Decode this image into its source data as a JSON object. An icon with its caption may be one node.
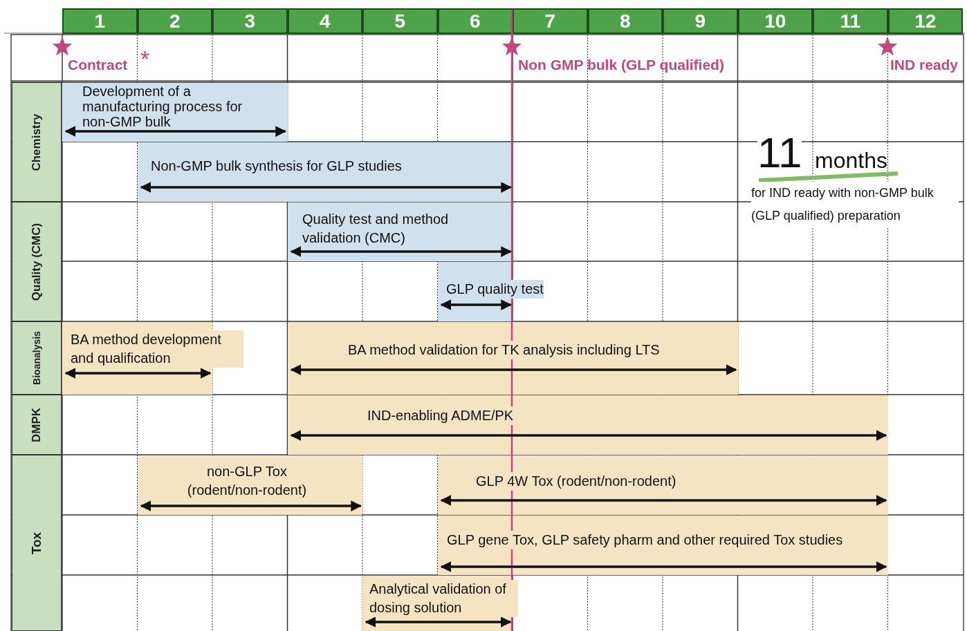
{
  "diagram": {
    "nodes": [
      {
        "text": [
          "1"
        ]
      },
      {
        "text": [
          "2"
        ]
      },
      {
        "text": [
          "3"
        ]
      },
      {
        "text": [
          "4"
        ]
      },
      {
        "text": [
          "5"
        ]
      },
      {
        "text": [
          "6"
        ]
      },
      {
        "text": [
          "7"
        ]
      },
      {
        "text": [
          "8"
        ]
      },
      {
        "text": [
          "9"
        ]
      },
      {
        "text": [
          "10"
        ]
      },
      {
        "text": [
          "11"
        ]
      },
      {
        "text": [
          "12"
        ]
      },
      {
        "text": [
          "Chemistry"
        ]
      },
      {
        "text": [
          "Quality (CMC)"
        ]
      },
      {
        "text": [
          "Bioanalysis"
        ]
      },
      {
        "text": [
          "DMPK"
        ]
      },
      {
        "text": [
          "Tox"
        ]
      },
      {
        "text": [
          "Development of a manufacturing process for non-GMP bulk"
        ]
      },
      {
        "text": [
          "Non-GMP bulk synthesis for GLP studies"
        ]
      },
      {
        "text": [
          "Quality test and method validation (CMC)"
        ]
      },
      {
        "text": [
          "GLP quality test"
        ]
      },
      {
        "text": [
          "BA method development and qualification"
        ]
      },
      {
        "text": [
          "BA method validation for TK analysis including LTS"
        ]
      },
      {
        "text": [
          "IND-enabling ADME/PK"
        ]
      },
      {
        "text": [
          "non-GLP Tox (rodent/non-rodent)"
        ]
      },
      {
        "text": [
          "GLP 4W Tox (rodent/non-rodent)"
        ]
      },
      {
        "text": [
          "GLP gene Tox, GLP safety pharm and other required Tox studies"
        ]
      },
      {
        "text": [
          "Analytical validation of dosing solution"
        ]
      }
    ],
    "labels": [
      "Contract",
      "*",
      "Non GMP bulk (GLP qualified)",
      "IND ready",
      "11",
      "months",
      "for IND ready with non-GMP bulk (GLP qualified) preparation"
    ]
  }
}
